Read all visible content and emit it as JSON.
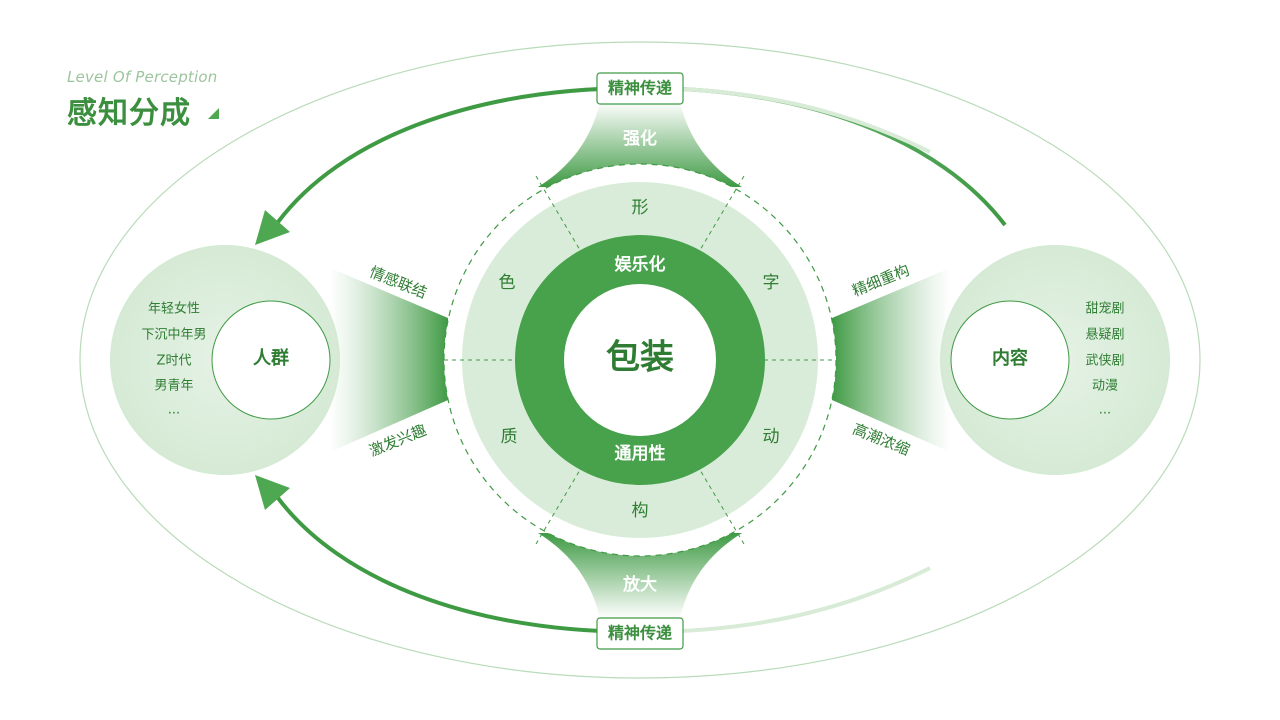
{
  "header": {
    "subtitle": "Level Of Perception",
    "title": "感知分成"
  },
  "center": {
    "core_label": "包装",
    "ring_top_label": "娱乐化",
    "ring_bottom_label": "通用性",
    "segments": [
      "形",
      "字",
      "动",
      "构",
      "质",
      "色"
    ]
  },
  "flow": {
    "top_box": "精神传递",
    "bottom_box": "精神传递",
    "top_funnel": "强化",
    "bottom_funnel": "放大",
    "left_top": "情感联结",
    "left_bottom": "激发兴趣",
    "right_top": "精细重构",
    "right_bottom": "高潮浓缩"
  },
  "left_node": {
    "label": "人群",
    "items": [
      "年轻女性",
      "下沉中年男",
      "Z时代",
      "男青年",
      "..."
    ]
  },
  "right_node": {
    "label": "内容",
    "items": [
      "甜宠剧",
      "悬疑剧",
      "武侠剧",
      "动漫",
      "..."
    ]
  },
  "colors": {
    "primary": "#3f9a44",
    "dark_text": "#2f7d33",
    "light_fill": "#d9ecd9",
    "ring": "#48a24c",
    "white": "#ffffff"
  }
}
